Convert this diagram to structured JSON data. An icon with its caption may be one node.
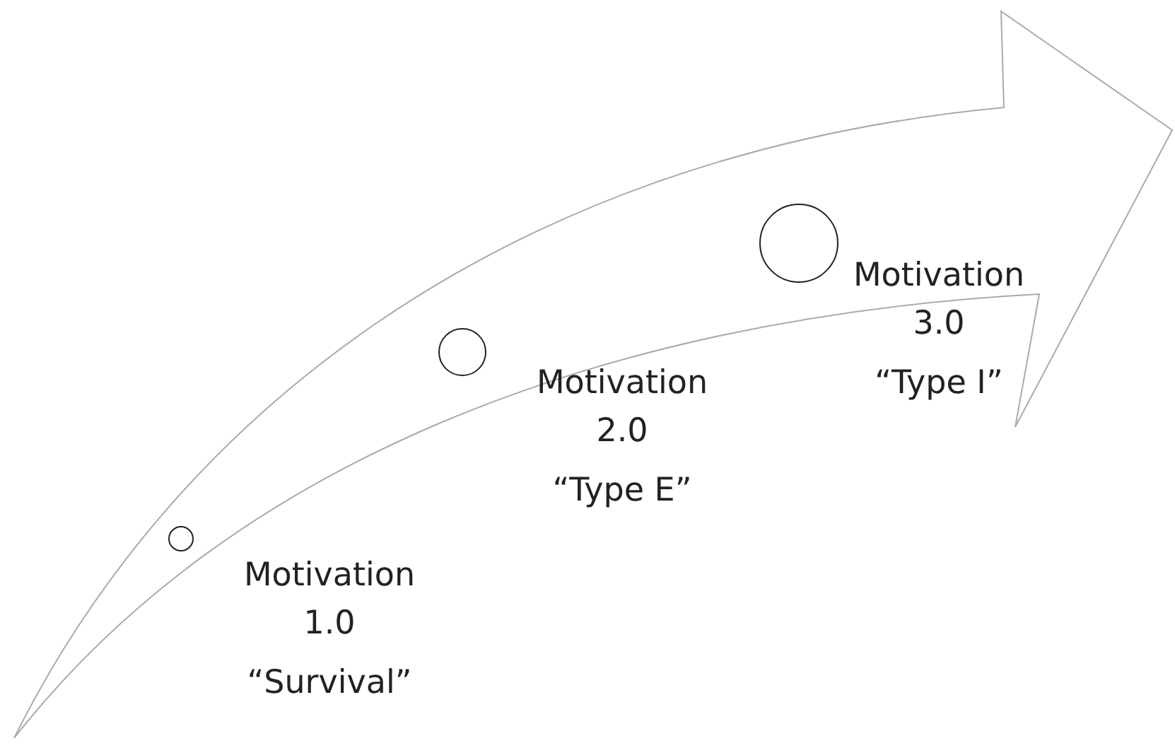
{
  "diagram": {
    "nodes": [
      {
        "text": [],
        "shape": "circle",
        "beside": [
          "Motivation 1.0",
          "“Survival”"
        ]
      },
      {
        "text": [],
        "shape": "circle",
        "beside": [
          "Motivation 2.0",
          "“Type E”"
        ]
      },
      {
        "text": [],
        "shape": "circle",
        "beside": [
          "Motivation 3.0",
          "“Type I”"
        ]
      }
    ],
    "edges": []
  }
}
